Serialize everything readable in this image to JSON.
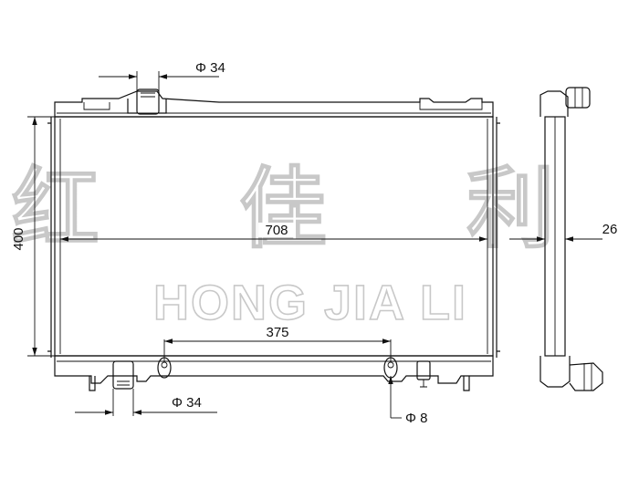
{
  "dimensions": {
    "width": "708",
    "height": "400",
    "core_depth": "26",
    "hose_spacing": "375",
    "top_inlet": "Φ 34",
    "bottom_outlet": "Φ 34",
    "drain_fitting": "Φ 8"
  },
  "watermark": {
    "chinese": "红 佳 利",
    "english": "HONG JIA LI"
  }
}
